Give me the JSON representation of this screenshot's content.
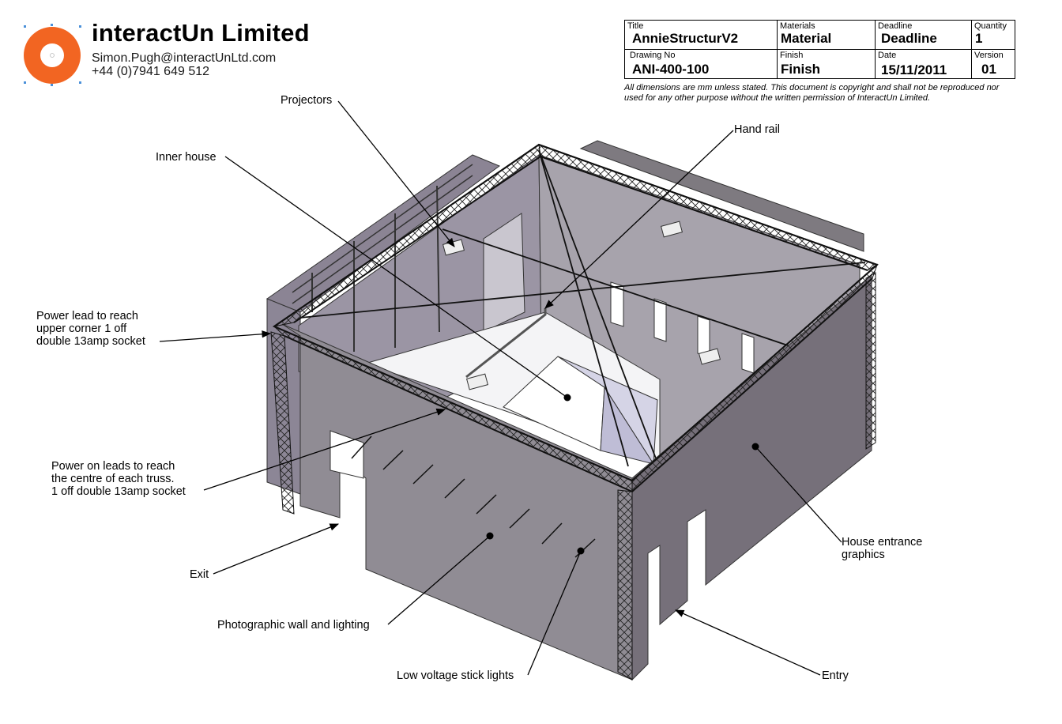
{
  "company": {
    "name": "interactUn Limited",
    "email": "Simon.Pugh@interactUnLtd.com",
    "phone": "+44 (0)7941 649 512",
    "logo_color": "#f26522"
  },
  "title_block": {
    "title_label": "Title",
    "title_value": "AnnieStructurV2",
    "materials_label": "Materials",
    "materials_value": "Material",
    "deadline_label": "Deadline",
    "deadline_value": "Deadline",
    "quantity_label": "Quantity",
    "quantity_value": "1",
    "drawing_no_label": "Drawing No",
    "drawing_no_value": "ANI-400-100",
    "finish_label": "Finish",
    "finish_value": "Finish",
    "date_label": "Date",
    "date_value": "15/11/2011",
    "version_label": "Version",
    "version_value": "01"
  },
  "disclaimer": "All dimensions are mm unless stated. This document is copyright and shall not be reproduced nor used for any other purpose without the written permission of InteractUn Limited.",
  "labels": {
    "projectors": "Projectors",
    "hand_rail": "Hand rail",
    "inner_house": "Inner house",
    "power_corner_1": "Power lead to reach",
    "power_corner_2": "upper corner 1 off",
    "power_corner_3": "double 13amp socket",
    "power_truss_1": "Power on leads to reach",
    "power_truss_2": "the centre of each truss.",
    "power_truss_3": "1 off double 13amp socket",
    "exit": "Exit",
    "photo_wall": "Photographic wall and lighting",
    "stick_lights": "Low voltage stick lights",
    "entrance_graphics_1": "House entrance",
    "entrance_graphics_2": "graphics",
    "entry": "Entry"
  }
}
